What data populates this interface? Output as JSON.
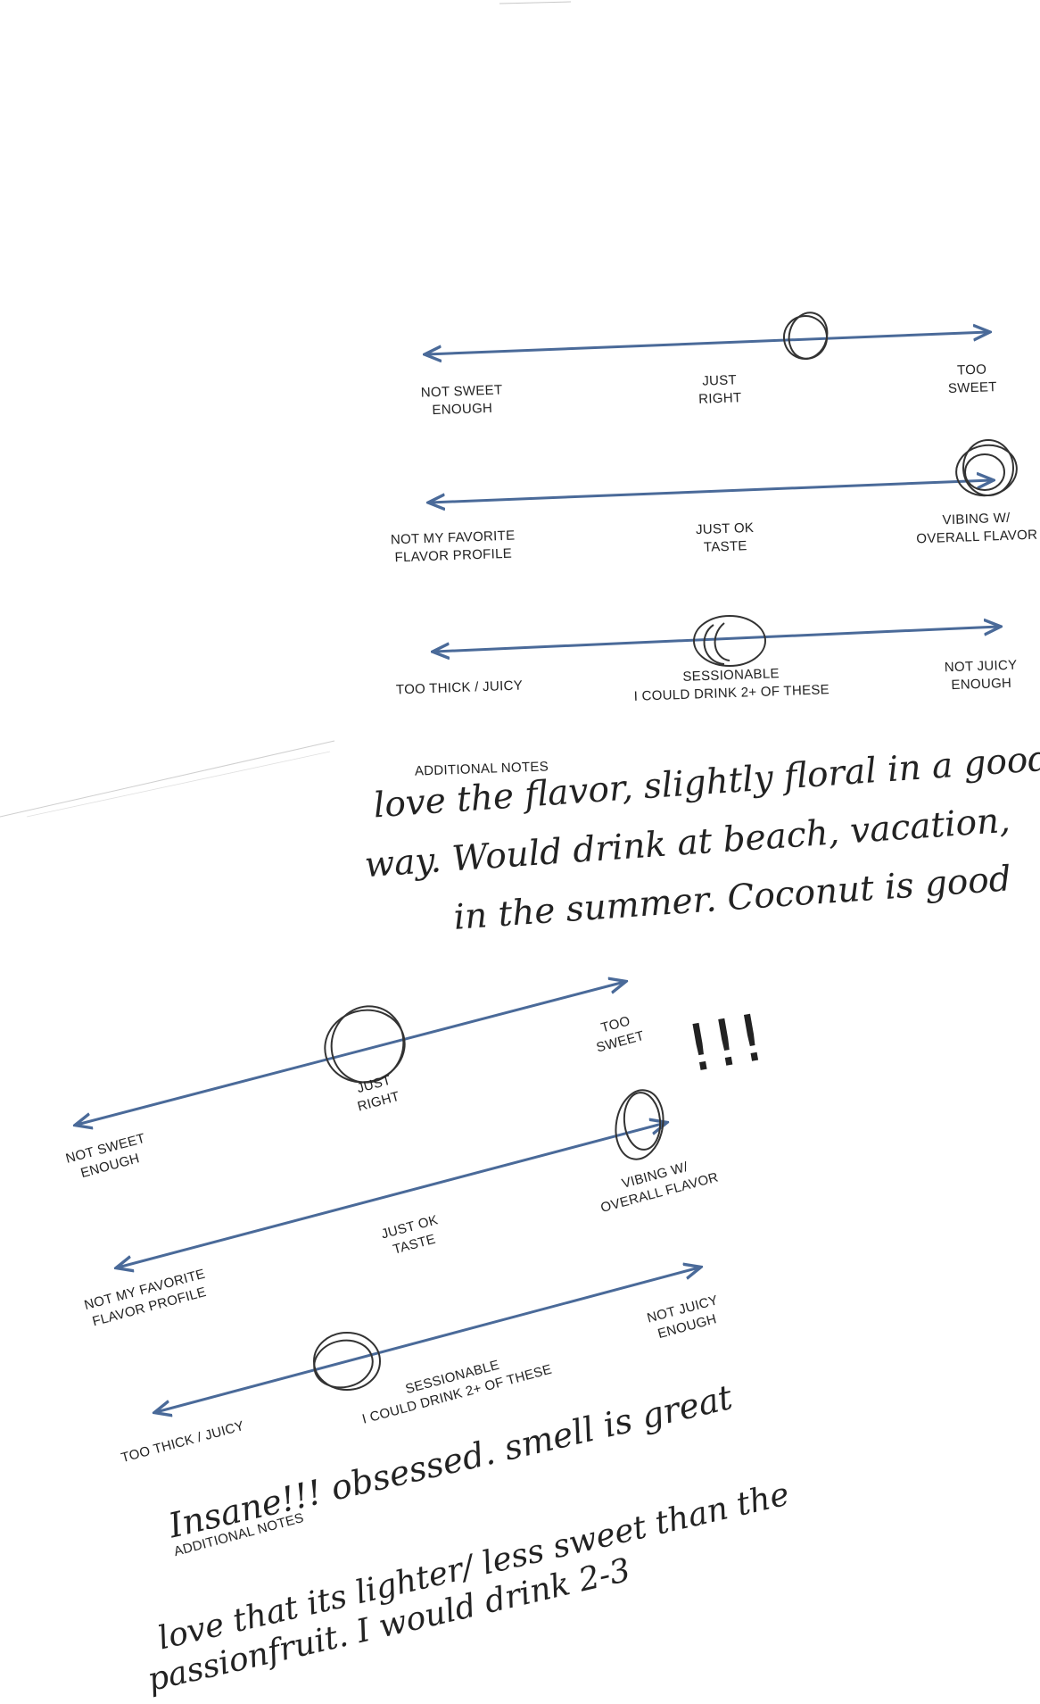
{
  "card1": {
    "scale_sweetness": {
      "left": "NOT SWEET\nENOUGH",
      "mid": "JUST\nRIGHT",
      "right": "TOO\nSWEET",
      "rating": 0.67
    },
    "scale_flavor": {
      "left": "NOT MY FAVORITE\nFLAVOR PROFILE",
      "mid": "JUST OK\nTASTE",
      "right": "VIBING W/\nOVERALL FLAVOR",
      "rating": 0.97
    },
    "scale_body": {
      "left": "TOO THICK / JUICY",
      "mid": "SESSIONABLE\nI COULD DRINK 2+ OF THESE",
      "right": "NOT JUICY\nENOUGH",
      "rating": 0.5
    },
    "notes_label": "ADDITIONAL NOTES",
    "notes_lines": [
      "love the flavor, slightly floral in a good",
      "way. Would drink at beach, vacation,",
      "in the summer. Coconut is good"
    ]
  },
  "card2": {
    "scale_sweetness": {
      "left": "NOT SWEET\nENOUGH",
      "mid": "JUST\nRIGHT",
      "right": "TOO\nSWEET",
      "rating": 0.5
    },
    "scale_flavor": {
      "left": "NOT MY FAVORITE\nFLAVOR PROFILE",
      "mid": "JUST OK\nTASTE",
      "right": "VIBING W/\nOVERALL FLAVOR",
      "rating": 0.97
    },
    "scale_body": {
      "left": "TOO THICK / JUICY",
      "mid": "SESSIONABLE\nI COULD DRINK 2+ OF THESE",
      "right": "NOT JUICY\nENOUGH",
      "rating": 0.34
    },
    "exclaim": "!!!",
    "notes_label": "ADDITIONAL NOTES",
    "notes_lines": [
      "Insane!!! obsessed. smell is great",
      "love that its lighter/ less sweet than the",
      "passionfruit. I would drink 2-3"
    ]
  },
  "colors": {
    "line": "#4a6a99",
    "ink": "#222222",
    "paper": "#ffffff"
  }
}
